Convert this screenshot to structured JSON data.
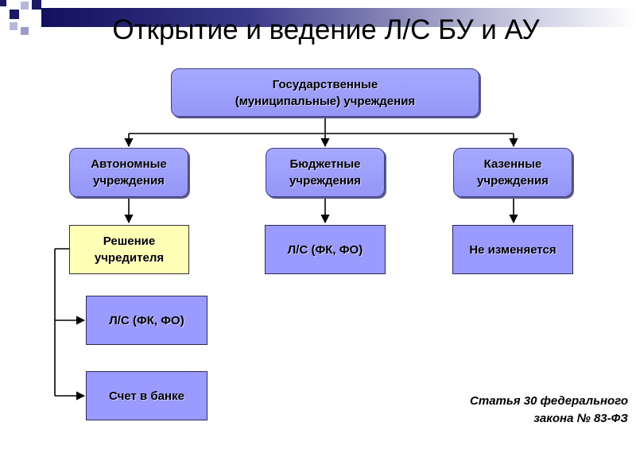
{
  "title": "Открытие и ведение Л/С БУ и АУ",
  "top_node": "Государственные (муниципальные) учреждения",
  "level2": {
    "autonomous": "Автономные учреждения",
    "budget": "Бюджетные учреждения",
    "state": "Казенные учреждения"
  },
  "level3": {
    "founder_decision": "Решение учредителя",
    "budget_account": "Л/С (ФК, ФО)",
    "state_unchanged": "Не изменяется"
  },
  "level4": {
    "account": "Л/С (ФК, ФО)",
    "bank_account": "Счет в банке"
  },
  "footnote": {
    "line1": "Статья 30 федерального",
    "line2": "закона № 83-ФЗ"
  },
  "colors": {
    "box_blue": "#9a9aff",
    "box_yellow": "#ffffb5",
    "deco_navy": "#1a1a66"
  }
}
